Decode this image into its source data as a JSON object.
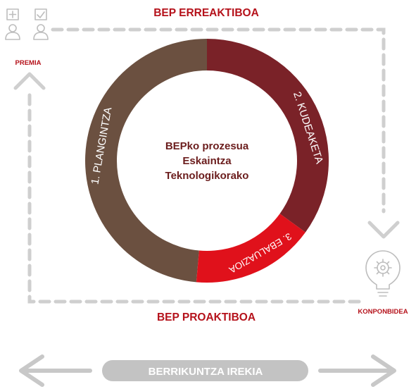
{
  "top_label": "BEP ERREAKTIBOA",
  "bottom_label": "BEP PROAKTIBOA",
  "premia_label": "PREMIA",
  "konponbidea_label": "KONPONBIDEA",
  "center_lines": [
    "BEPko prozesua",
    "Eskaintza",
    "Teknologikorako"
  ],
  "segments": [
    {
      "label": "1. PLANGINTZA",
      "color": "#6b5040"
    },
    {
      "label": "2. KUDEAKETA",
      "color": "#7a2228"
    },
    {
      "label": "3. EBALUAZIOA",
      "color": "#e0111b"
    }
  ],
  "bar_label": "BERRIKUNTZA IREKIA",
  "icons": {
    "plus": "plus-square-icon",
    "check": "check-square-icon",
    "people": "person-icon",
    "bulb": "lightbulb-gear-icon"
  }
}
